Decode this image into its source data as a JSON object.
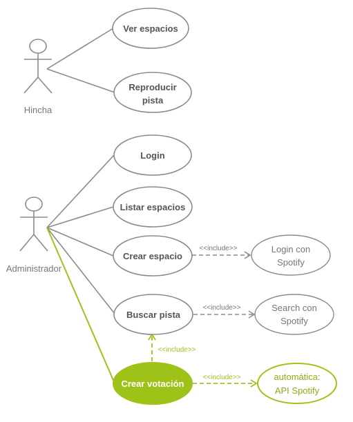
{
  "actors": {
    "hincha": {
      "label": "Hincha"
    },
    "administrador": {
      "label": "Administrador"
    }
  },
  "use_cases": {
    "ver_espacios": {
      "lines": [
        "Ver espacios"
      ]
    },
    "reproducir_pista": {
      "lines": [
        "Reproducir",
        "pista"
      ]
    },
    "login": {
      "lines": [
        "Login"
      ]
    },
    "listar_espacios": {
      "lines": [
        "Listar espacios"
      ]
    },
    "crear_espacio": {
      "lines": [
        "Crear espacio"
      ]
    },
    "login_con_spotify": {
      "lines": [
        "Login con",
        "Spotify"
      ]
    },
    "buscar_pista": {
      "lines": [
        "Buscar pista"
      ]
    },
    "search_con_spotify": {
      "lines": [
        "Search con",
        "Spotify"
      ]
    },
    "crear_votacion": {
      "lines": [
        "Crear votación"
      ]
    },
    "automatica_api_spotify": {
      "lines": [
        "automática:",
        "API Spotify"
      ]
    }
  },
  "relations": {
    "include_label": "<<include>>"
  },
  "colors": {
    "line_gray": "#8a8a8a",
    "text_gray": "#555555",
    "accent_green": "#9fc219"
  }
}
